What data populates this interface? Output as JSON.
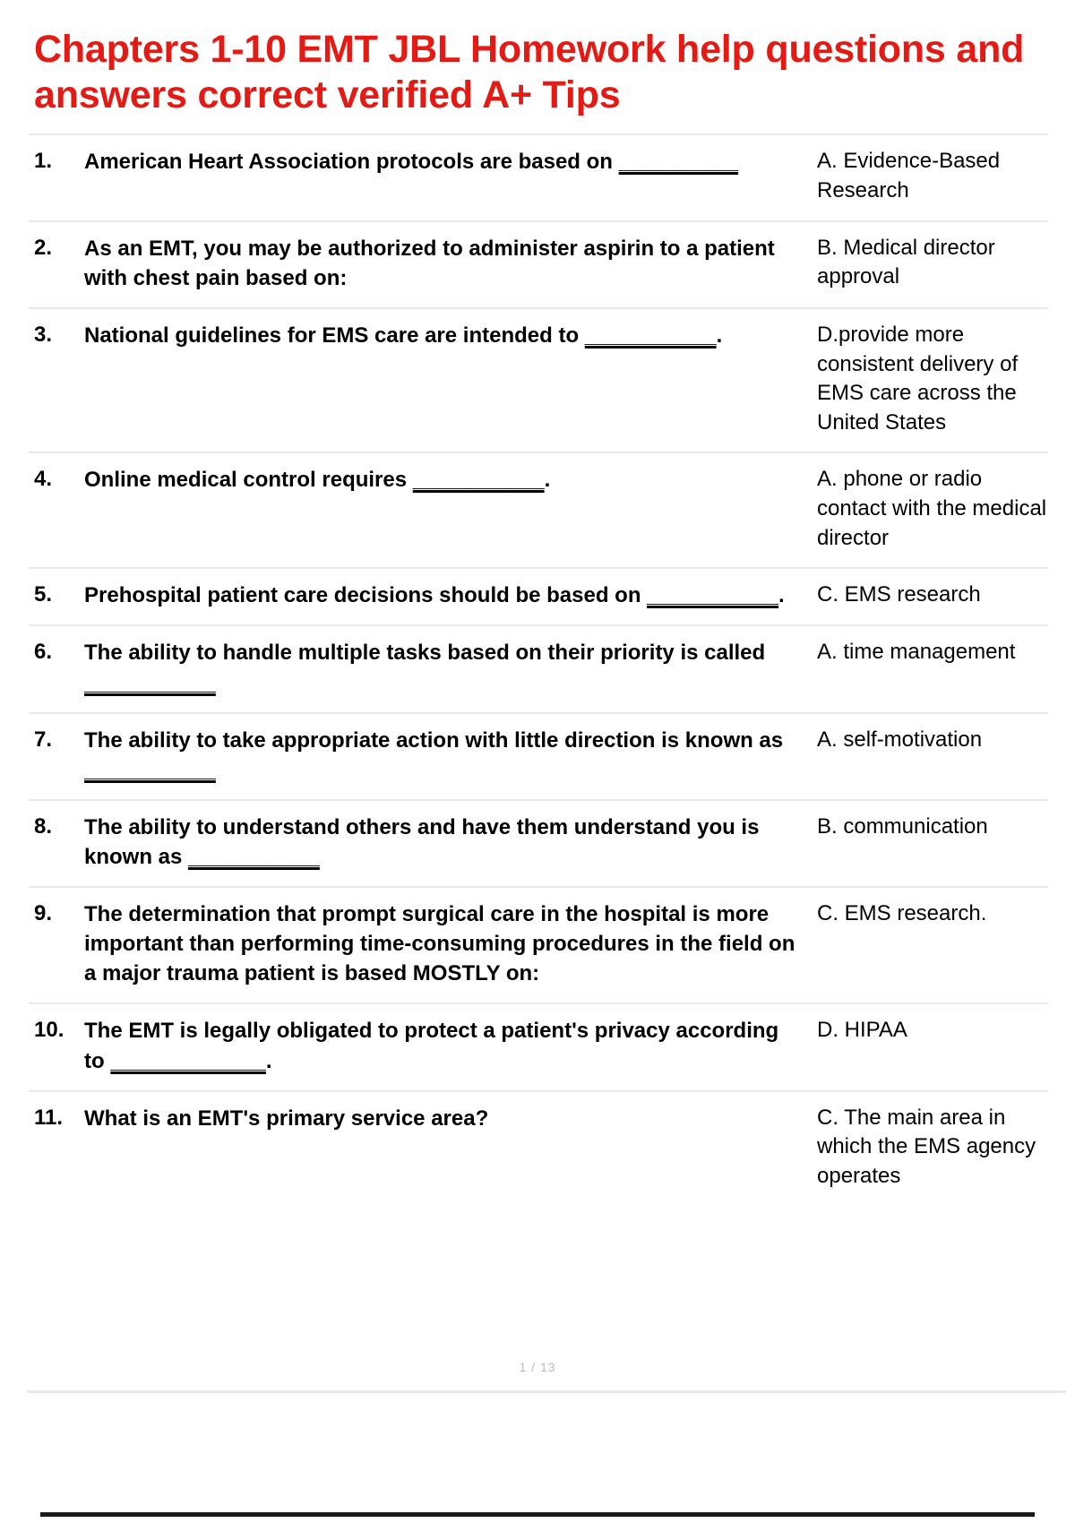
{
  "document": {
    "title": "Chapters 1-10 EMT JBL Homework help questions and answers correct verified A+ Tips",
    "title_color": "#e31b14",
    "page_indicator": "1 / 13"
  },
  "qa": {
    "rows": [
      {
        "number": "1.",
        "question_pre": "American Heart Association protocols are based on ",
        "blank": "__________",
        "question_post": "",
        "answer": "A. Evidence-Based Research"
      },
      {
        "number": "2.",
        "question_pre": "As an EMT, you may be authorized to administer aspirin to a patient with chest pain based on:",
        "blank": "",
        "question_post": "",
        "answer": "B. Medical director approval"
      },
      {
        "number": "3.",
        "question_pre": "National guidelines for EMS care are intended to ",
        "blank": "___________",
        "question_post": ".",
        "answer": "D.provide more consistent delivery of EMS care across the United States"
      },
      {
        "number": "4.",
        "question_pre": "Online medical control requires ",
        "blank": "___________",
        "question_post": ".",
        "answer": "A. phone or radio contact with the medical director"
      },
      {
        "number": "5.",
        "question_pre": "Prehospital patient care decisions should be based on ",
        "blank": "___________",
        "question_post": ".",
        "answer": "C. EMS research"
      },
      {
        "number": "6.",
        "question_pre": "The ability to handle multiple tasks based on their priority is called ",
        "blank": "___________",
        "question_post": "",
        "answer": "A. time management"
      },
      {
        "number": "7.",
        "question_pre": "The ability to take appropriate action with little direction is known as ",
        "blank": "___________",
        "question_post": "",
        "answer": "A. self-motivation"
      },
      {
        "number": "8.",
        "question_pre": "The ability to understand others and have them understand you is known as ",
        "blank": "___________",
        "question_post": "",
        "answer": "B. communication"
      },
      {
        "number": "9.",
        "question_pre": "The determination that prompt surgical care in the hospital is more important than performing time-consuming procedures in the field on a major trauma patient is based MOSTLY on:",
        "blank": "",
        "question_post": "",
        "answer": "C. EMS research."
      },
      {
        "number": "10.",
        "question_pre": "The EMT is legally obligated to protect a patient's privacy according to ",
        "blank": "_____________",
        "question_post": ".",
        "answer": "D. HIPAA"
      },
      {
        "number": "11.",
        "question_pre": "What is an EMT's primary service area?",
        "blank": "",
        "question_post": "",
        "answer": "C. The main area in which the EMS agency operates"
      }
    ]
  }
}
